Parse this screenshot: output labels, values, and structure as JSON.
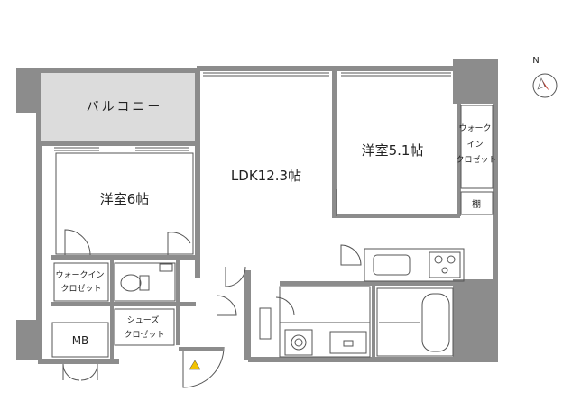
{
  "rooms": {
    "balcony": "バルコニー",
    "western_room_a": "洋室6帖",
    "ldk": "LDK12.3帖",
    "western_room_b": "洋室5.1帖",
    "walk_in_closet_upper": [
      "ウォーク",
      "イン",
      "クロゼット"
    ],
    "shelf": "棚",
    "walk_in_closet_lower": [
      "ウォークイン",
      "クロゼット"
    ],
    "shoes_closet": [
      "シューズ",
      "クロゼット"
    ],
    "mb": "MB"
  },
  "compass": {
    "label": "N"
  },
  "colors": {
    "wall": "#8c8c8c",
    "closet_pink": "#f4cfe0",
    "wet_area_blue": "#d7eef8",
    "balcony_gray": "#dcdcdc",
    "compass_red": "#c0392b"
  },
  "icons": [
    "compass-icon",
    "stove-icon",
    "sink-icon",
    "toilet-icon",
    "bathtub-icon",
    "fire-alarm-icon"
  ]
}
